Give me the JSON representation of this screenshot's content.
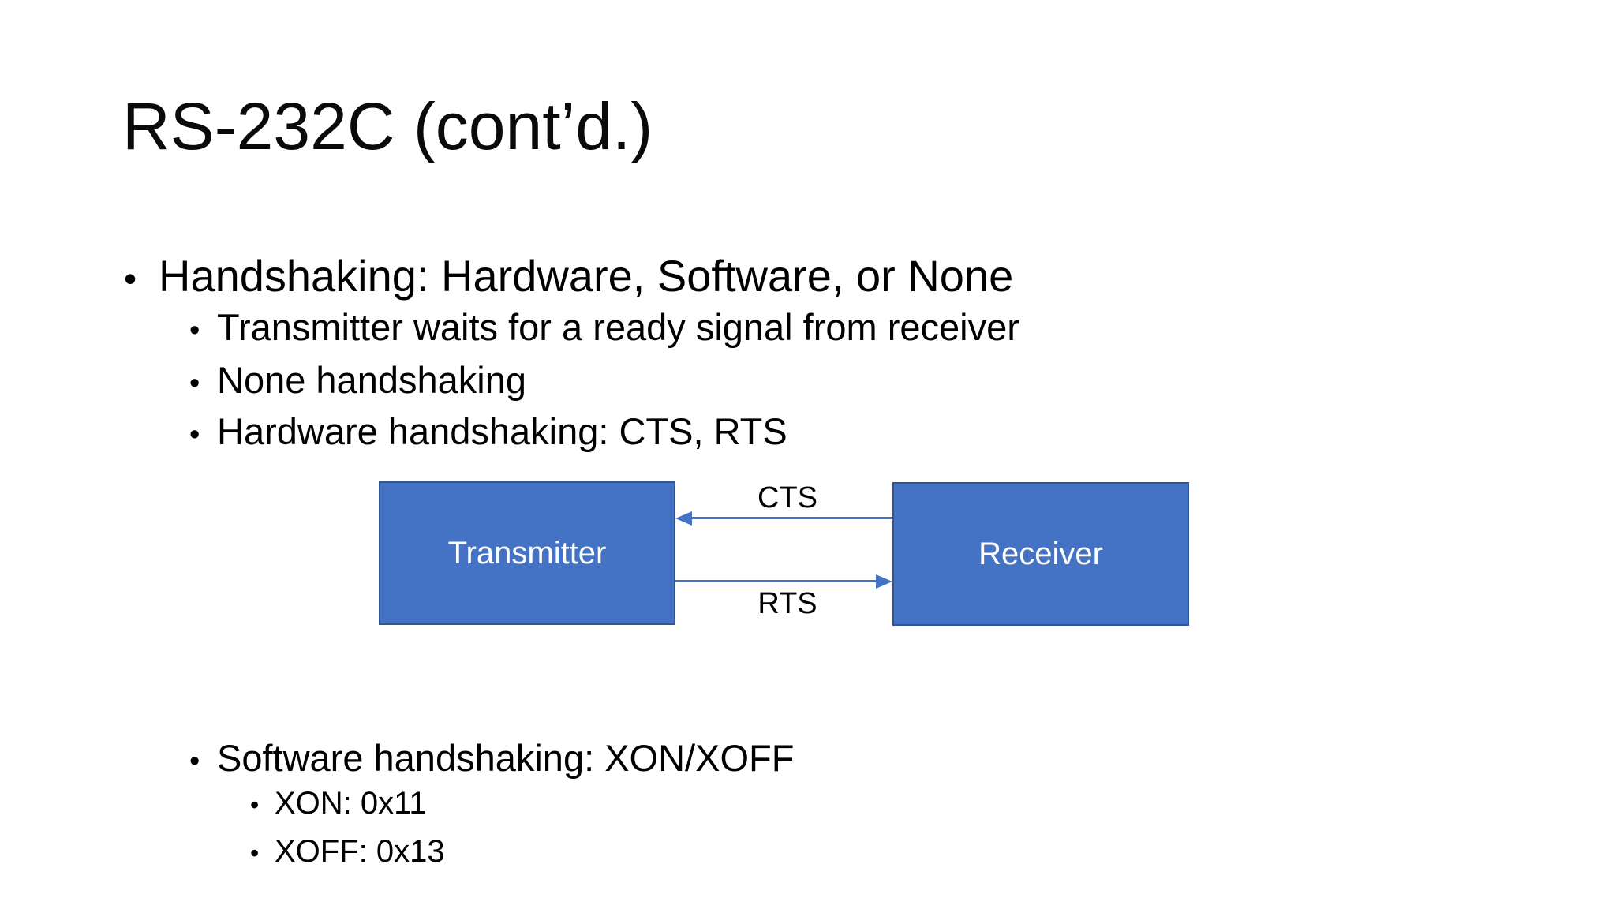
{
  "slide": {
    "title": "RS-232C (cont’d.)",
    "bullet_char": "•",
    "bullets": {
      "level1": "Handshaking: Hardware, Software, or None",
      "level2": [
        "Transmitter waits for a ready signal from receiver",
        "None handshaking",
        "Hardware handshaking: CTS, RTS"
      ],
      "software_handshaking": "Software handshaking: XON/XOFF",
      "level3": [
        "XON: 0x11",
        "XOFF: 0x13"
      ]
    },
    "diagram": {
      "transmitter_label": "Transmitter",
      "receiver_label": "Receiver",
      "cts_label": "CTS",
      "rts_label": "RTS",
      "colors": {
        "box_fill": "#4472C4",
        "box_border": "#2F5597",
        "arrow": "#4472C4",
        "box_text": "#FFFFFF",
        "text": "#000000",
        "background": "#FFFFFF"
      }
    }
  }
}
